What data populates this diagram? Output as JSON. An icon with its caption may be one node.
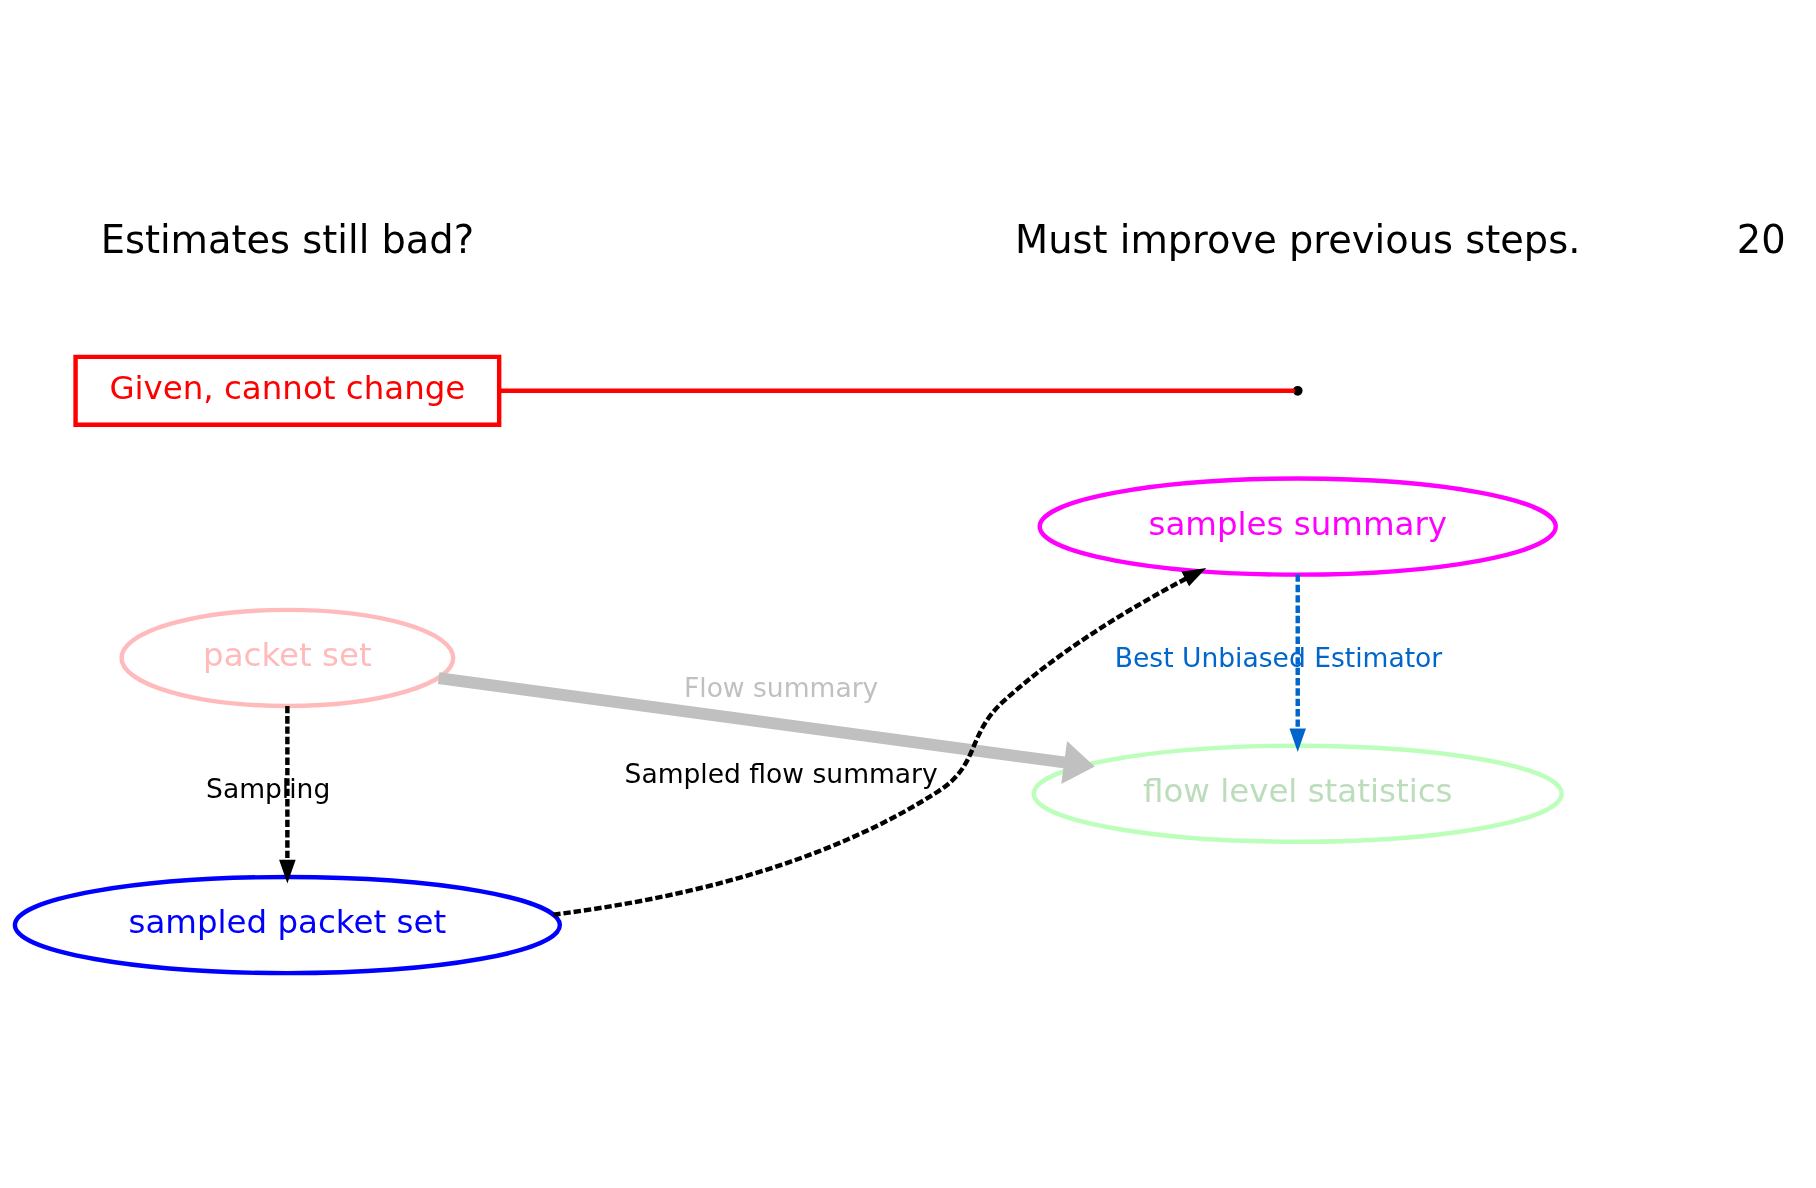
{
  "diagram": {
    "nodes": [
      {
        "text": [
          "packet set"
        ]
      },
      {
        "text": [
          "sampled packet set"
        ]
      },
      {
        "text": [
          "flow level statistics"
        ]
      },
      {
        "text": [
          "samples summary"
        ]
      },
      {
        "text": [
          "Given, cannot change"
        ]
      }
    ],
    "edges": [
      {
        "from": 0,
        "to": 1,
        "arrow": "to",
        "label": "Sampling",
        "style": "dashed"
      },
      {
        "from": 0,
        "to": 2,
        "arrow": "to",
        "label": "Flow summary",
        "style": "thick",
        "color": "#c0c0c0"
      },
      {
        "from": 1,
        "to": 3,
        "arrow": "to",
        "label": "Sampled flow summary",
        "style": "dashed"
      },
      {
        "from": 3,
        "to": 2,
        "arrow": "to",
        "label": "Best Unbiased Estimator",
        "style": "dashed",
        "color": "#0066cc"
      },
      {
        "from": 4,
        "to": null,
        "arrow": "none",
        "color": "#ff0000"
      }
    ],
    "labels": [
      "Estimates still bad?",
      "Must improve previous steps.",
      "20"
    ]
  }
}
